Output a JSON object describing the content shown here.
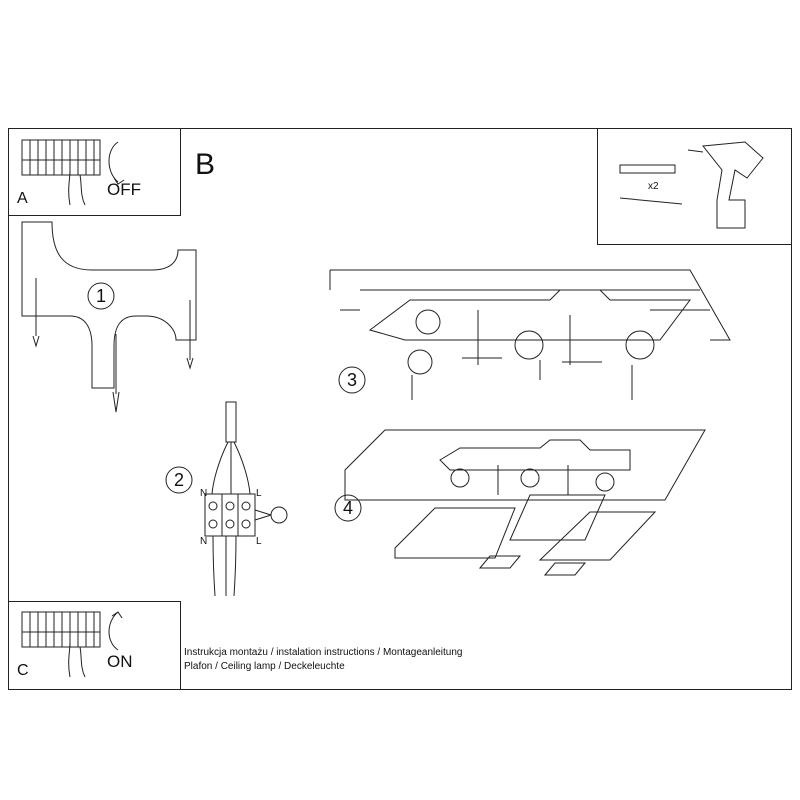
{
  "panels": {
    "a": {
      "letter": "A",
      "action": "OFF"
    },
    "b": {
      "letter": "B"
    },
    "c": {
      "letter": "C",
      "action": "ON"
    }
  },
  "steps": [
    "1",
    "2",
    "3",
    "4"
  ],
  "wiring": {
    "left": "N",
    "right": "L",
    "left_bottom": "N",
    "right_bottom": "L"
  },
  "tools": {
    "quantity": "x2"
  },
  "caption": {
    "line1": "Instrukcja montażu / instalation instructions / Montageanleitung",
    "line2": "Plafon / Ceiling lamp / Deckeleuchte"
  }
}
